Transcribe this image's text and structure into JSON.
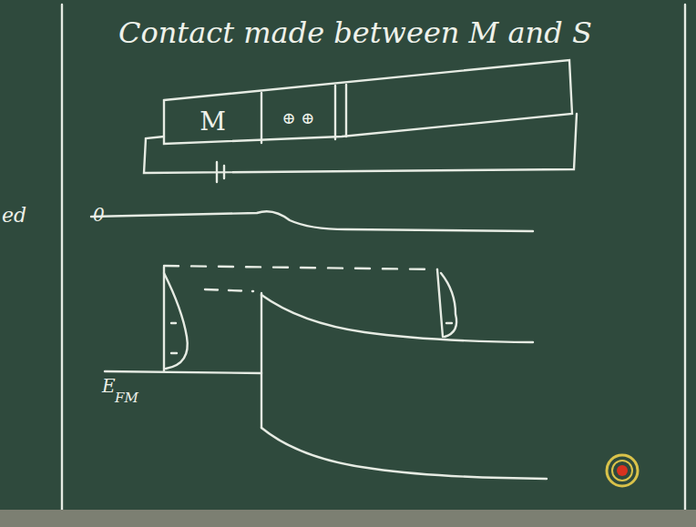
{
  "diagram": {
    "title": "Contact made between M and S",
    "nodes": [
      {
        "text": [
          "M"
        ]
      },
      {
        "text": [
          "⊕ ⊕"
        ]
      }
    ],
    "labels": [
      "ed",
      "0",
      "E",
      "FM"
    ]
  }
}
